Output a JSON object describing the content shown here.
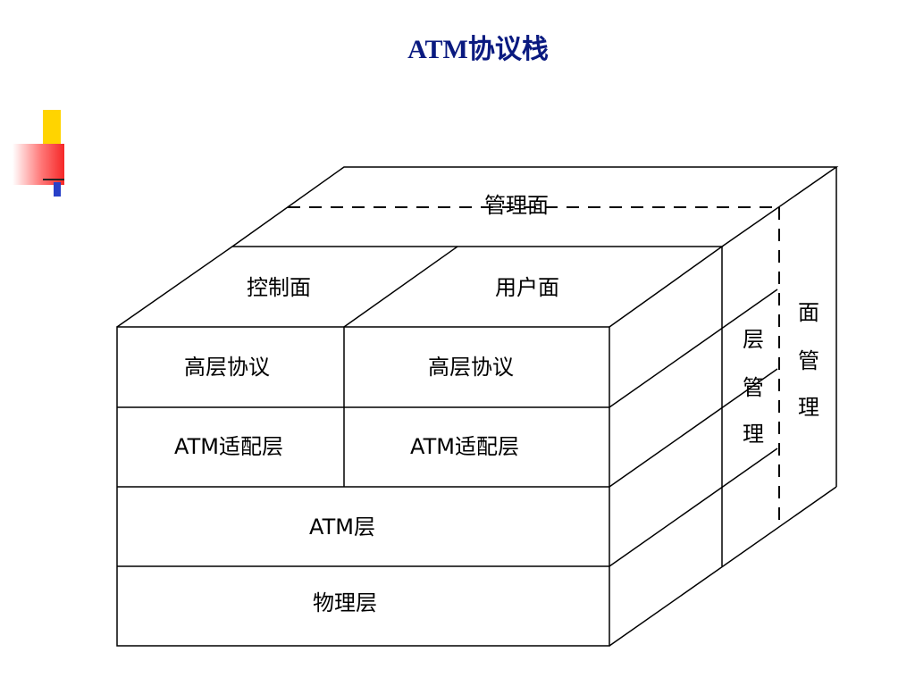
{
  "title": "ATM协议栈",
  "diagram": {
    "top_face": {
      "management_plane": "管理面",
      "control_plane": "控制面",
      "user_plane": "用户面"
    },
    "front_face": {
      "higher_protocol_left": "高层协议",
      "higher_protocol_right": "高层协议",
      "aal_left": "ATM适配层",
      "aal_right": "ATM适配层",
      "atm_layer": "ATM层",
      "physical_layer": "物理层"
    },
    "side_face": {
      "layer_management": [
        "层",
        "管",
        "理"
      ],
      "plane_management": [
        "面",
        "管",
        "理"
      ]
    }
  },
  "colors": {
    "title": "#0a1a80",
    "lines": "#000000",
    "decor_yellow": "#ffd400",
    "decor_red": "#f52828",
    "decor_blue": "#2840c8"
  }
}
